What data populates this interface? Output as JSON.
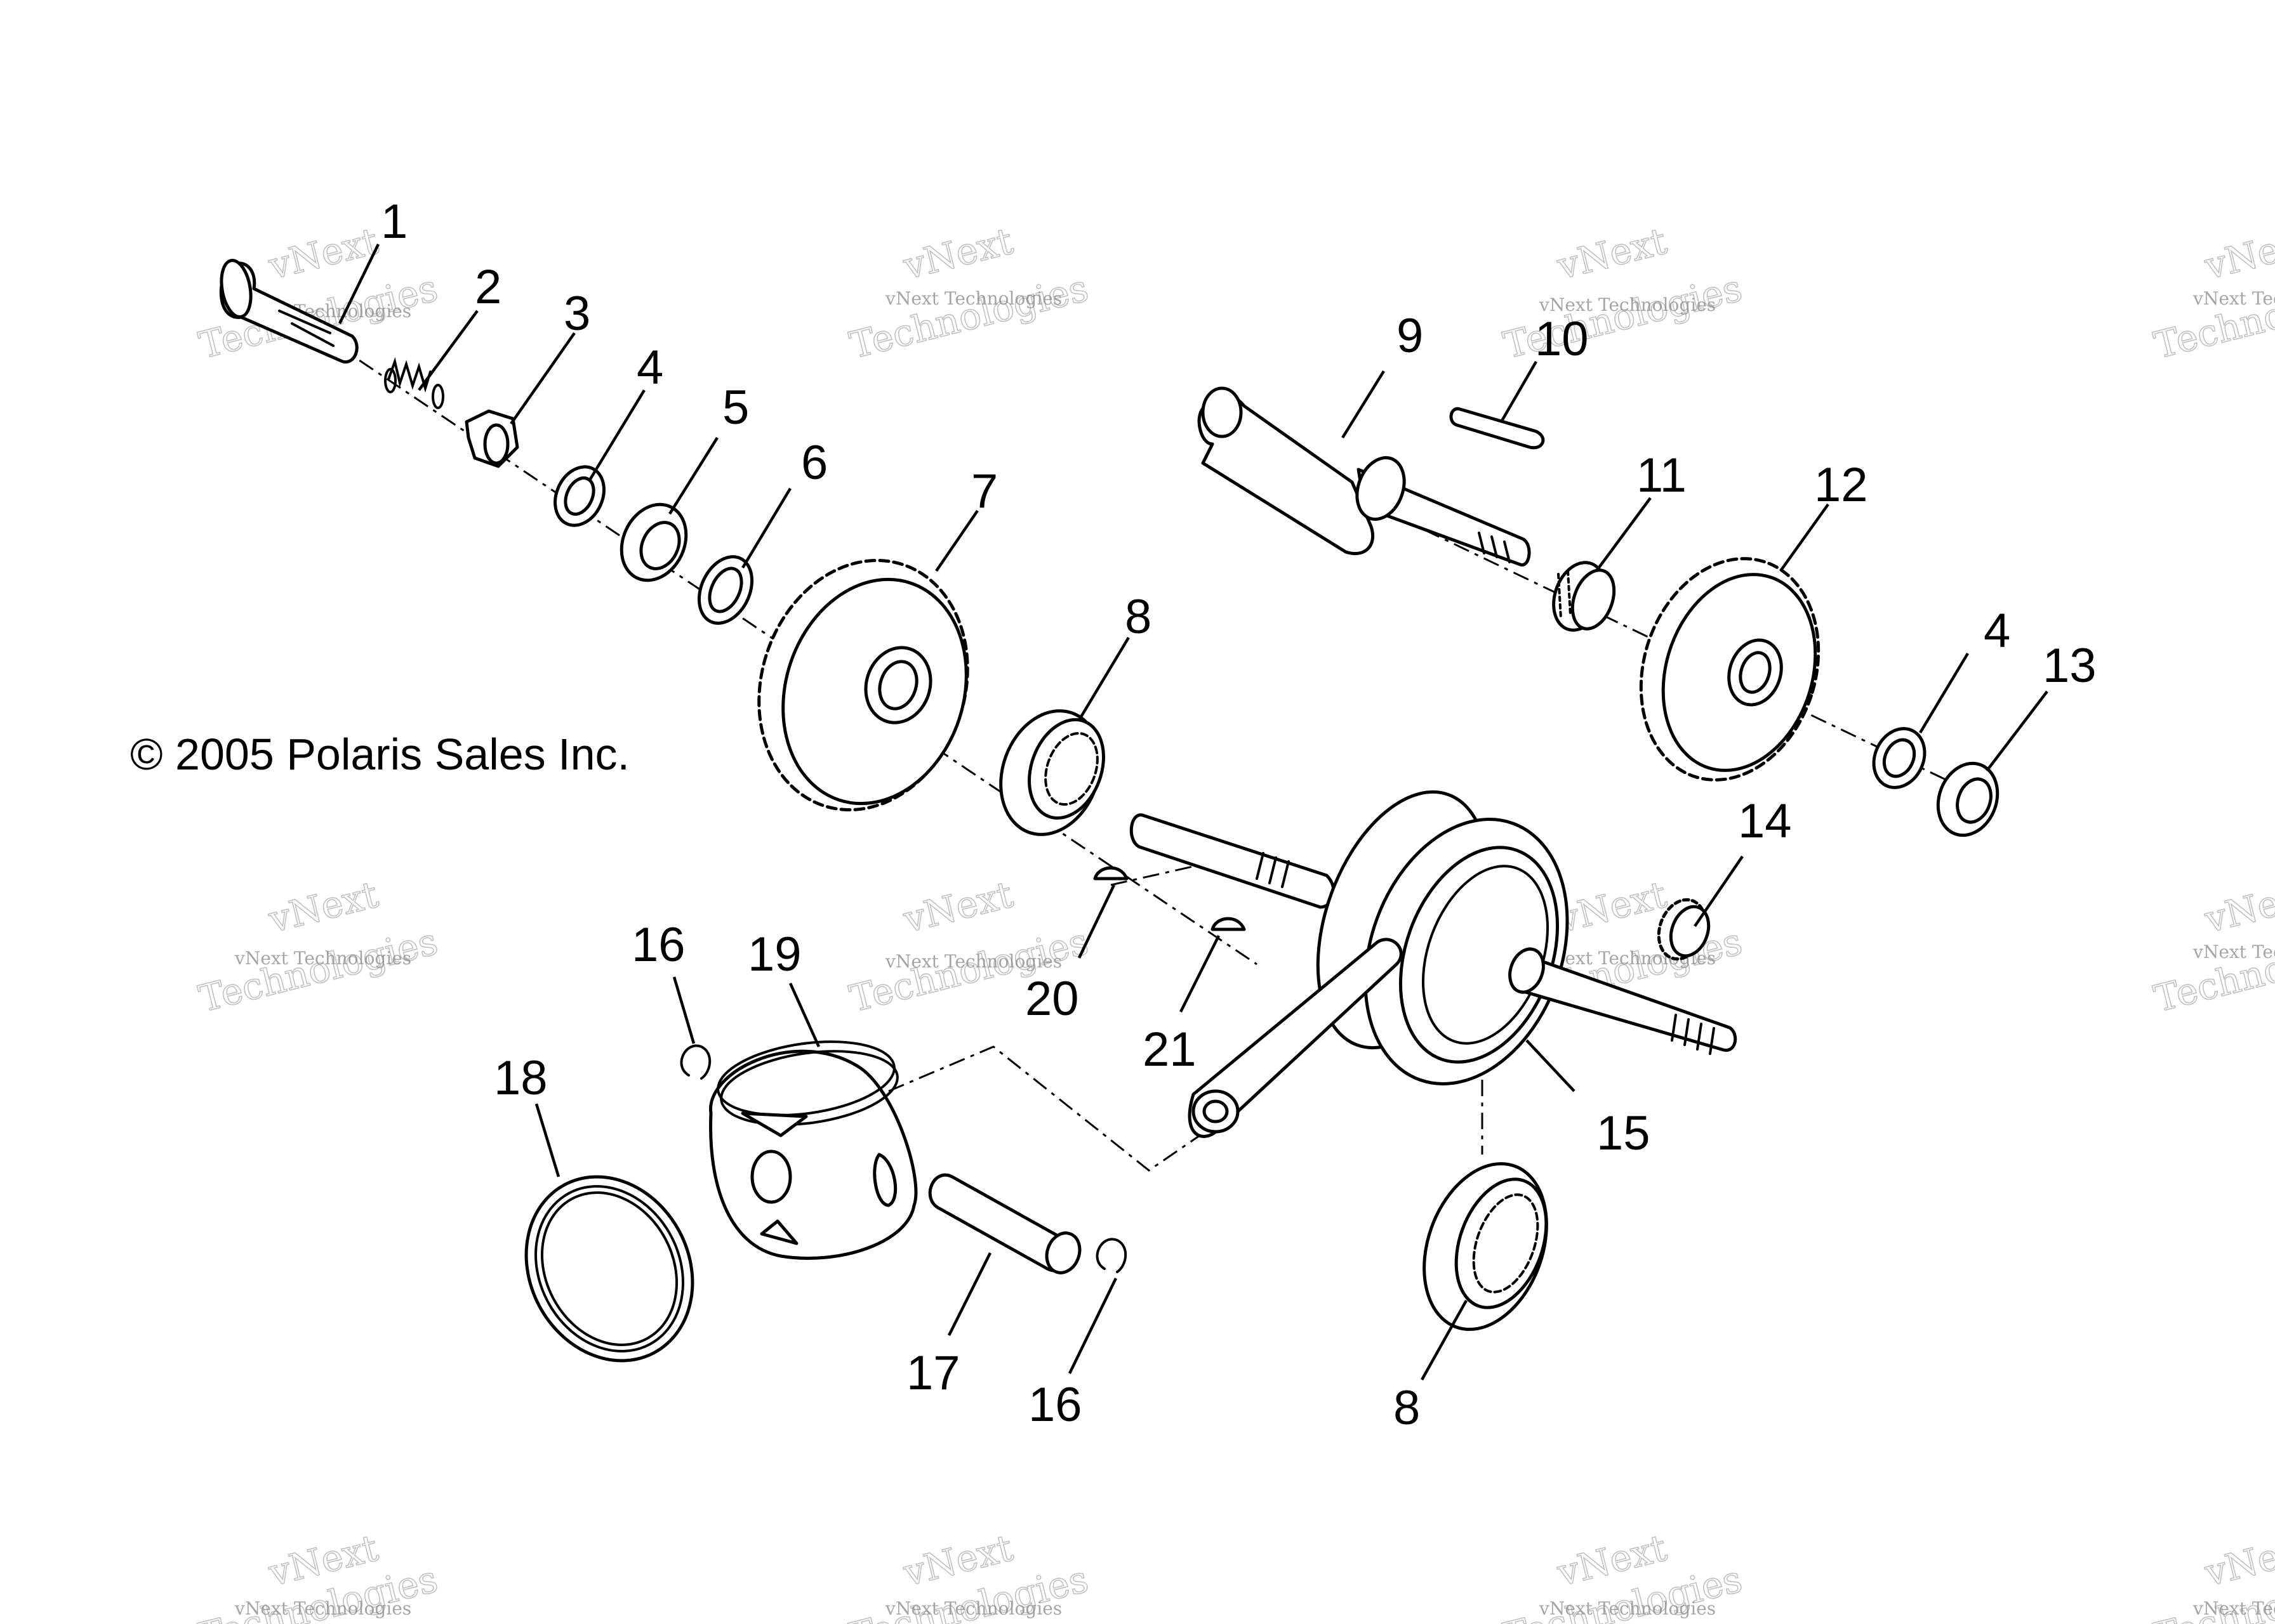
{
  "copyright": "© 2005 Polaris Sales Inc.",
  "watermark": {
    "line1": "vNext Technologies",
    "outline_top": "vNext",
    "outline_bottom": "Technologies"
  },
  "callouts": [
    "1",
    "2",
    "3",
    "4",
    "5",
    "6",
    "7",
    "8",
    "9",
    "10",
    "11",
    "12",
    "4",
    "13",
    "14",
    "15",
    "16",
    "19",
    "18",
    "20",
    "21",
    "17",
    "16",
    "8"
  ],
  "colors": {
    "ink": "#000000",
    "paper": "#ffffff",
    "watermark": "#888888"
  }
}
